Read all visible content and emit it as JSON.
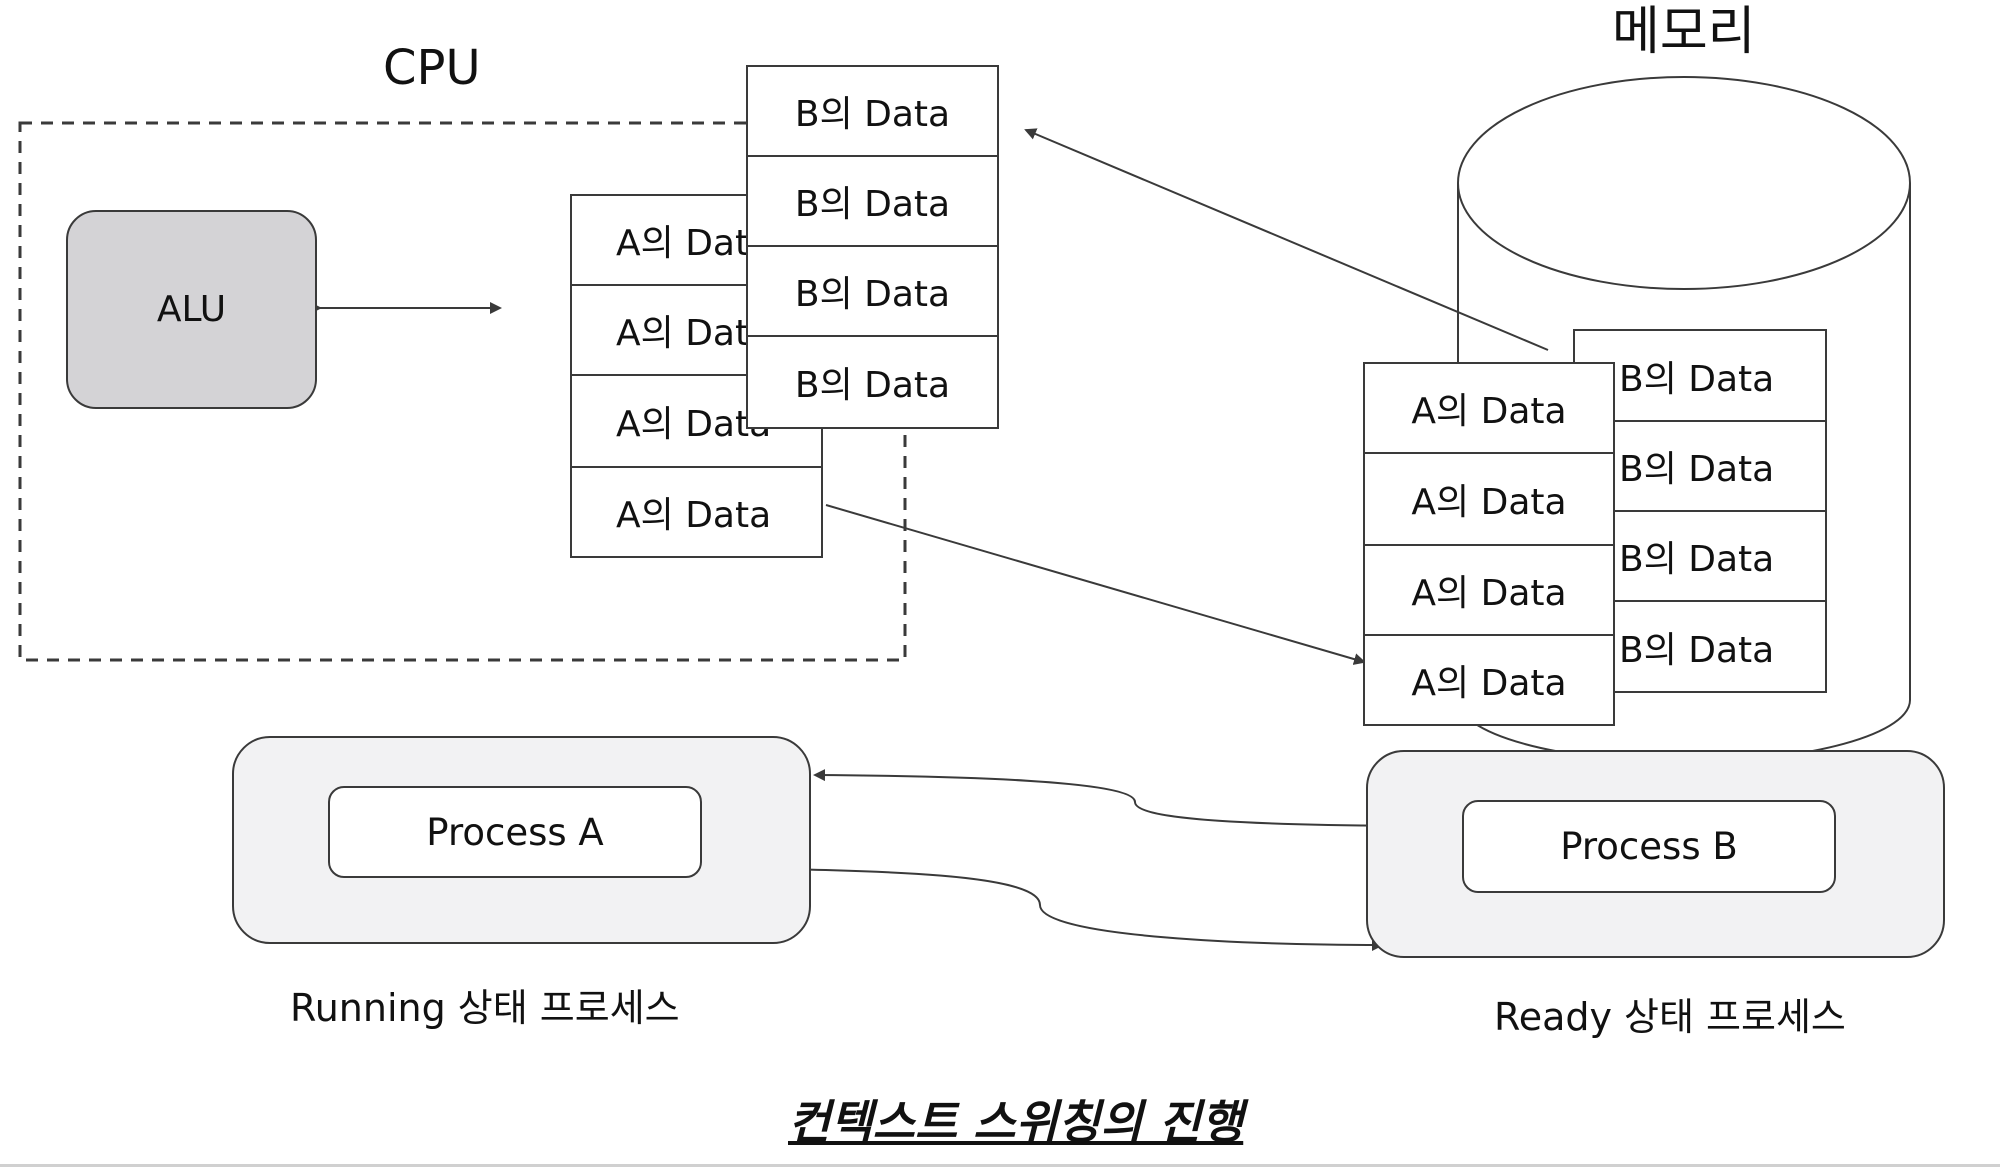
{
  "cpu": {
    "title": "CPU",
    "alu_label": "ALU"
  },
  "memory": {
    "title": "메모리"
  },
  "cpu_a_registers": [
    "A의 Data",
    "A의 Data",
    "A의 Data",
    "A의 Data"
  ],
  "cpu_b_registers": [
    "B의 Data",
    "B의 Data",
    "B의 Data",
    "B의 Data"
  ],
  "memory_a_data": [
    "A의 Data",
    "A의 Data",
    "A의 Data",
    "A의 Data"
  ],
  "memory_b_data": [
    "B의 Data",
    "B의 Data",
    "B의 Data",
    "B의 Data"
  ],
  "process_a": {
    "label": "Process A",
    "caption": "Running 상태 프로세스"
  },
  "process_b": {
    "label": "Process B",
    "caption": "Ready 상태 프로세스"
  },
  "title": "컨텍스트 스위칭의 진행",
  "colors": {
    "alu_fill": "#d4d3d6",
    "process_container_fill": "#f2f2f3",
    "line": "#3a3a3a"
  }
}
